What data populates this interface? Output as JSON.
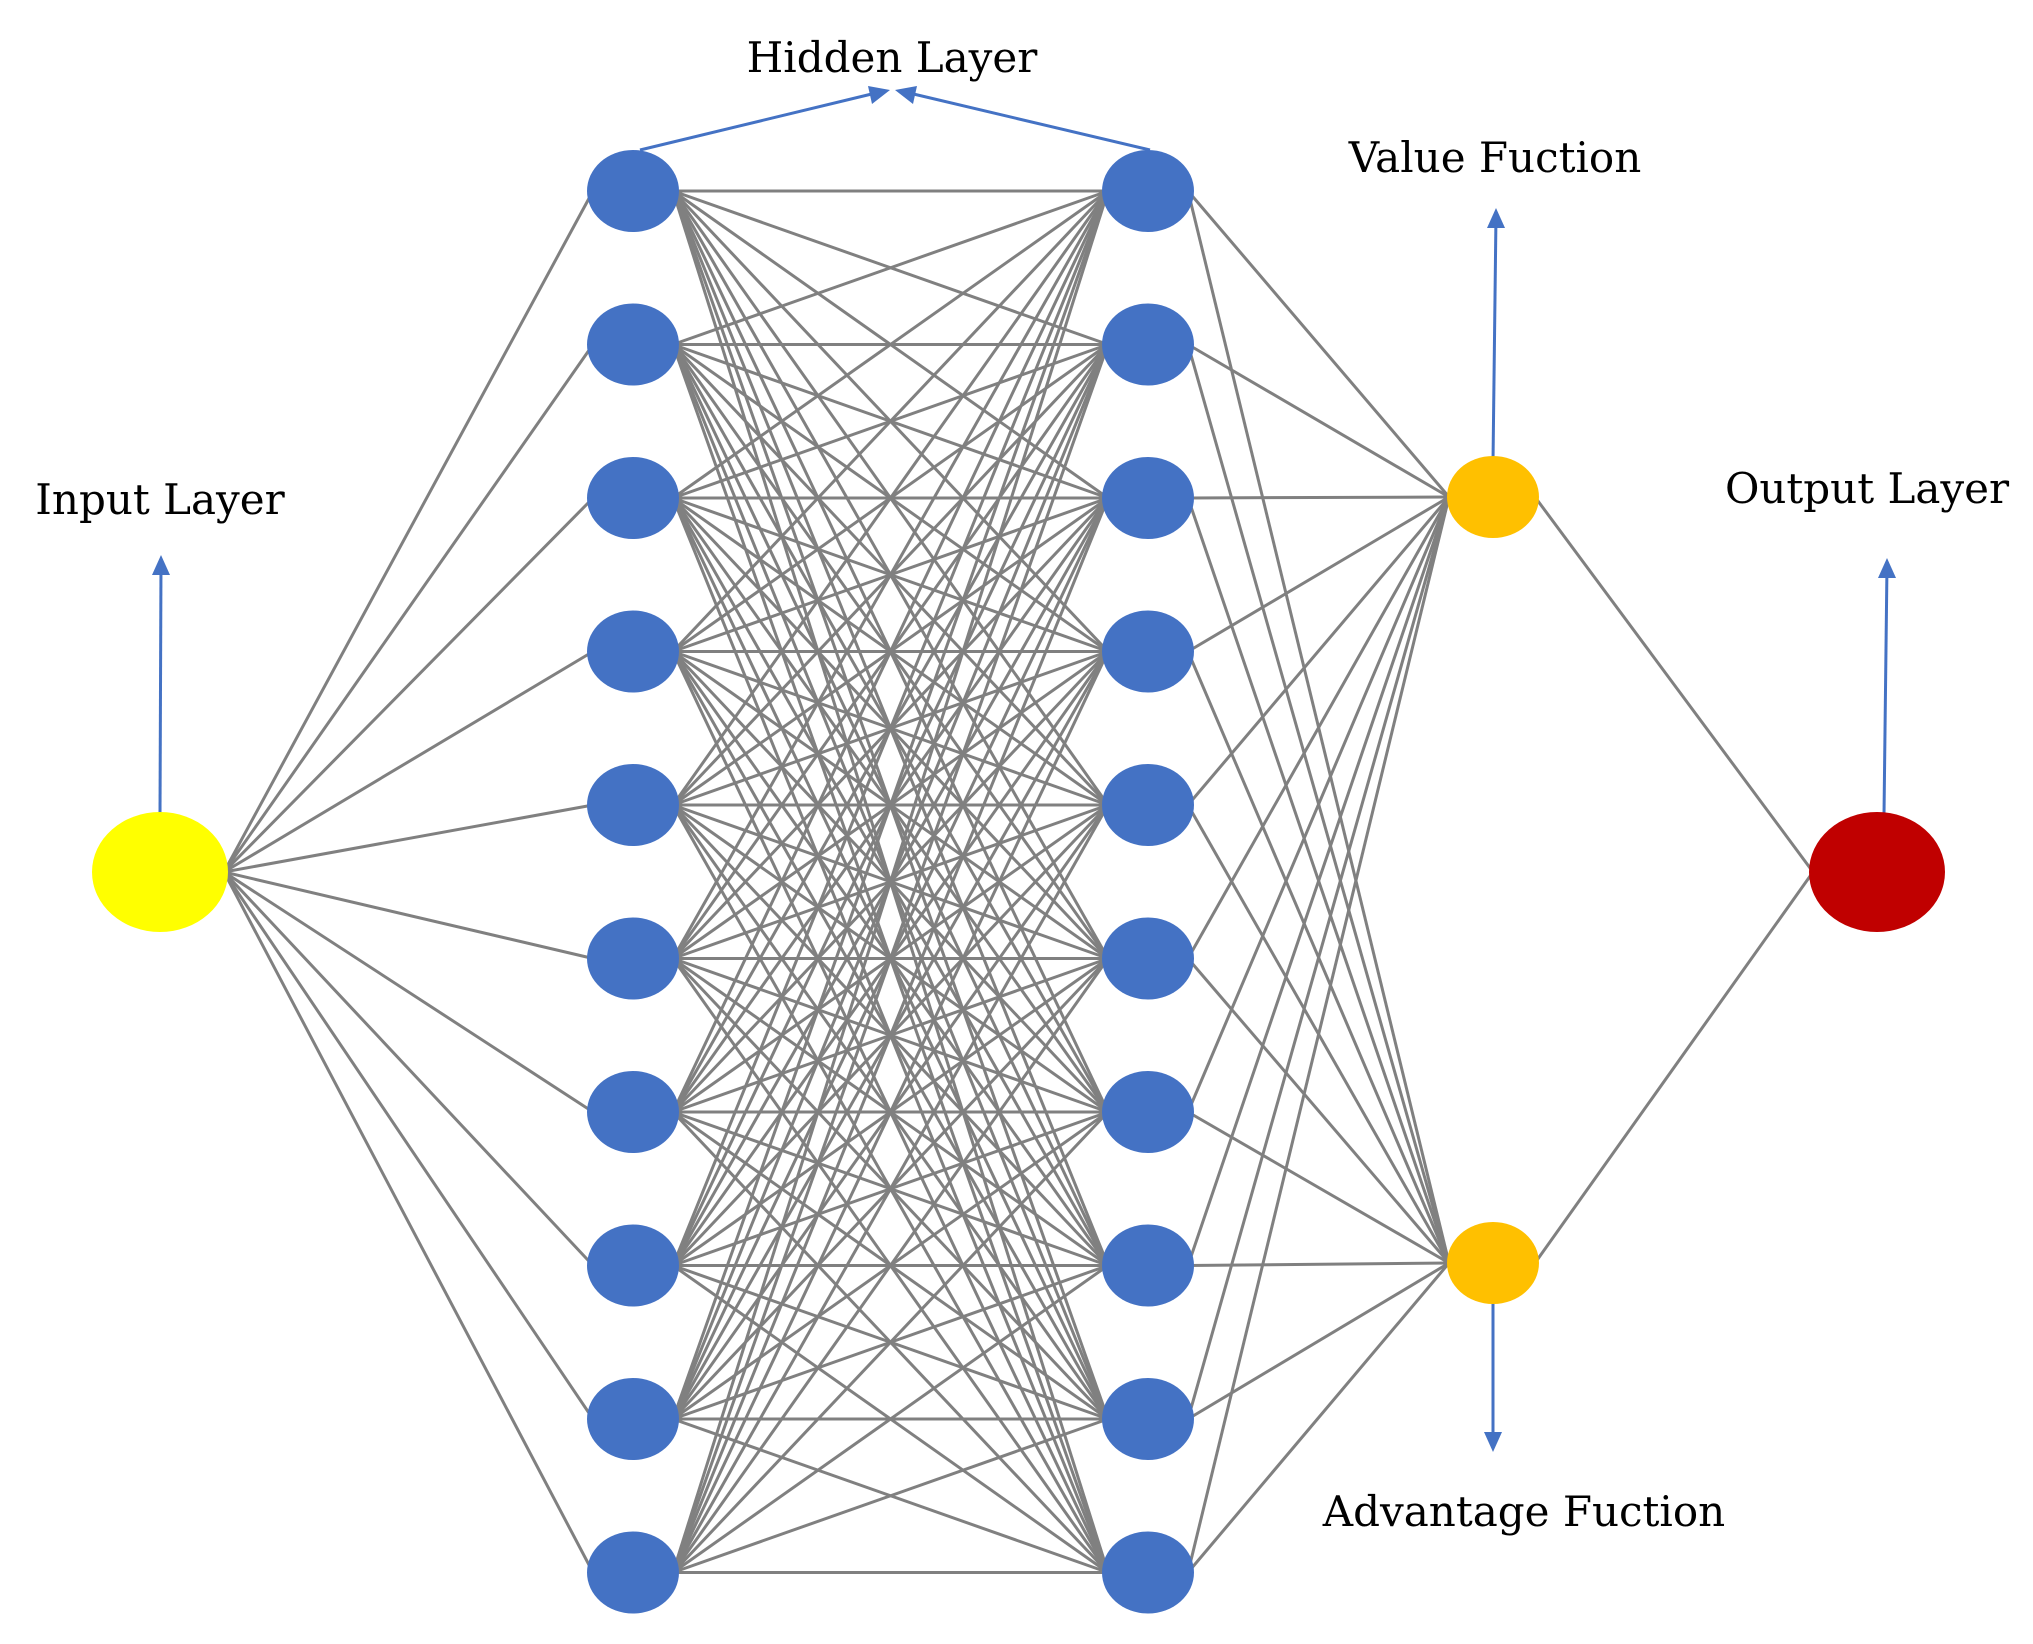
{
  "labels": {
    "input": "Input Layer",
    "hidden": "Hidden Layer",
    "value": "Value Fuction",
    "advantage": "Advantage Fuction",
    "output": "Output Layer"
  },
  "network": {
    "input_nodes": 1,
    "hidden1_nodes": 10,
    "hidden2_nodes": 10,
    "stream_nodes": 2,
    "output_nodes": 1
  },
  "colors": {
    "input_node": "#ffff00",
    "hidden_node": "#4472c4",
    "stream_node": "#ffc000",
    "output_node": "#c00000",
    "edge": "#808080",
    "arrow": "#4472c4"
  }
}
